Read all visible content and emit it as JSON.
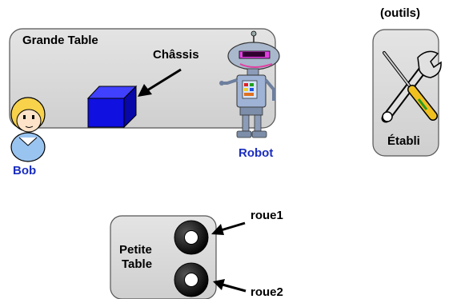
{
  "grande_table": {
    "label": "Grande Table"
  },
  "chassis": {
    "label": "Châssis"
  },
  "bob": {
    "label": "Bob"
  },
  "robot": {
    "label": "Robot"
  },
  "outils": {
    "label": "(outils)"
  },
  "etabli": {
    "label": "Établi"
  },
  "petite_table": {
    "line1": "Petite",
    "line2": "Table"
  },
  "roue1": {
    "label": "roue1"
  },
  "roue2": {
    "label": "roue2"
  },
  "colors": {
    "table_fill": "#dcdcdc",
    "chassis_blue": "#1a1ad8",
    "label_blue": "#1a2dbf"
  }
}
